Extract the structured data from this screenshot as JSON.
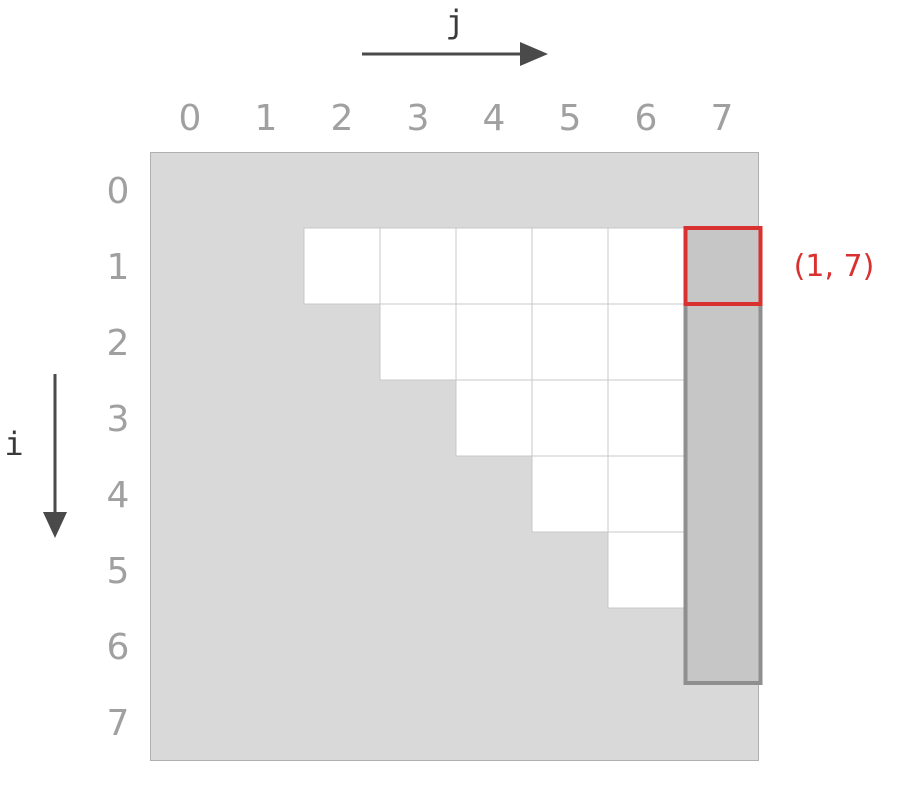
{
  "axes": {
    "j_label": "j",
    "i_label": "i"
  },
  "column_labels": [
    "0",
    "1",
    "2",
    "3",
    "4",
    "5",
    "6",
    "7"
  ],
  "row_labels": [
    "0",
    "1",
    "2",
    "3",
    "4",
    "5",
    "6",
    "7"
  ],
  "highlight": {
    "row": 1,
    "col": 7,
    "label": "(1, 7)"
  },
  "column_highlight": {
    "col": 7,
    "from_row": 1,
    "to_row": 6
  },
  "white_cells": [
    [
      1,
      2
    ],
    [
      1,
      3
    ],
    [
      1,
      4
    ],
    [
      1,
      5
    ],
    [
      1,
      6
    ],
    [
      2,
      3
    ],
    [
      2,
      4
    ],
    [
      2,
      5
    ],
    [
      2,
      6
    ],
    [
      3,
      4
    ],
    [
      3,
      5
    ],
    [
      3,
      6
    ],
    [
      4,
      5
    ],
    [
      4,
      6
    ],
    [
      5,
      6
    ]
  ],
  "colors": {
    "grid_bg": "#d9d9d9",
    "white_cell": "#ffffff",
    "cell_line": "#c8c8c8",
    "column_fill": "#c6c6c6",
    "column_border": "#8f8f8f",
    "highlight": "#d93030",
    "label_gray": "#a0a0a0",
    "arrow": "#4a4a4a",
    "axis_text": "#3a3a3a"
  }
}
